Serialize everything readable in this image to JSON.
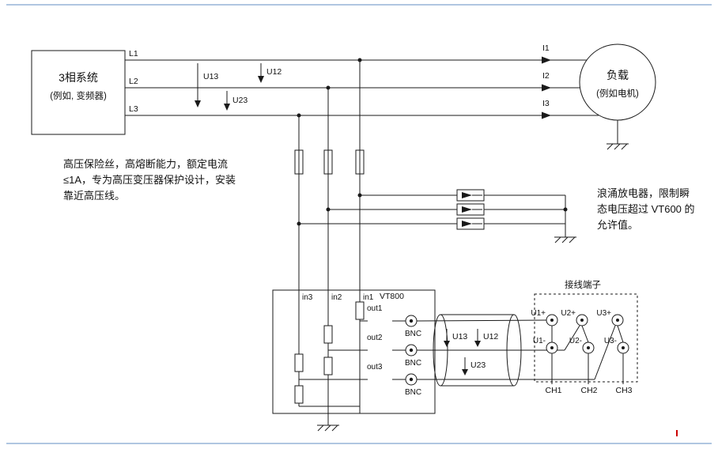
{
  "colors": {
    "line": "#1A1A1A",
    "page_border": "#95B3D7",
    "red_mark": "#CC0000",
    "background": "#FFFFFF"
  },
  "source_box": {
    "title": "3相系统",
    "subtitle": "(例如, 变频器)"
  },
  "load": {
    "title": "负载",
    "subtitle": "(例如电机)"
  },
  "phases": {
    "l1": "L1",
    "l2": "L2",
    "l3": "L3"
  },
  "currents": {
    "i1": "I1",
    "i2": "I2",
    "i3": "I3"
  },
  "hv_voltages": {
    "u13": "U13",
    "u12": "U12",
    "u23": "U23"
  },
  "cable_voltages": {
    "u13": "U13",
    "u12": "U12",
    "u23": "U23"
  },
  "notes": {
    "fuse": {
      "line1": "高压保险丝，高熔断能力，额定电流",
      "line2": "≤1A，专为高压变压器保护设计，安装",
      "line3": "靠近高压线。"
    },
    "surge": {
      "line1": "浪涌放电器，限制瞬",
      "line2": "态电压超过 VT600 的",
      "line3": "允许值。"
    }
  },
  "device": {
    "name": "VT800",
    "in1": "in1",
    "in2": "in2",
    "in3": "in3",
    "out1": "out1",
    "out2": "out2",
    "out3": "out3",
    "bnc_label": "BNC"
  },
  "terminal_block": {
    "title": "接线端子",
    "u1_plus": "U1+",
    "u2_plus": "U2+",
    "u3_plus": "U3+",
    "u1_minus": "U1-",
    "u2_minus": "U2-",
    "u3_minus": "U3-",
    "ch1": "CH1",
    "ch2": "CH2",
    "ch3": "CH3"
  }
}
